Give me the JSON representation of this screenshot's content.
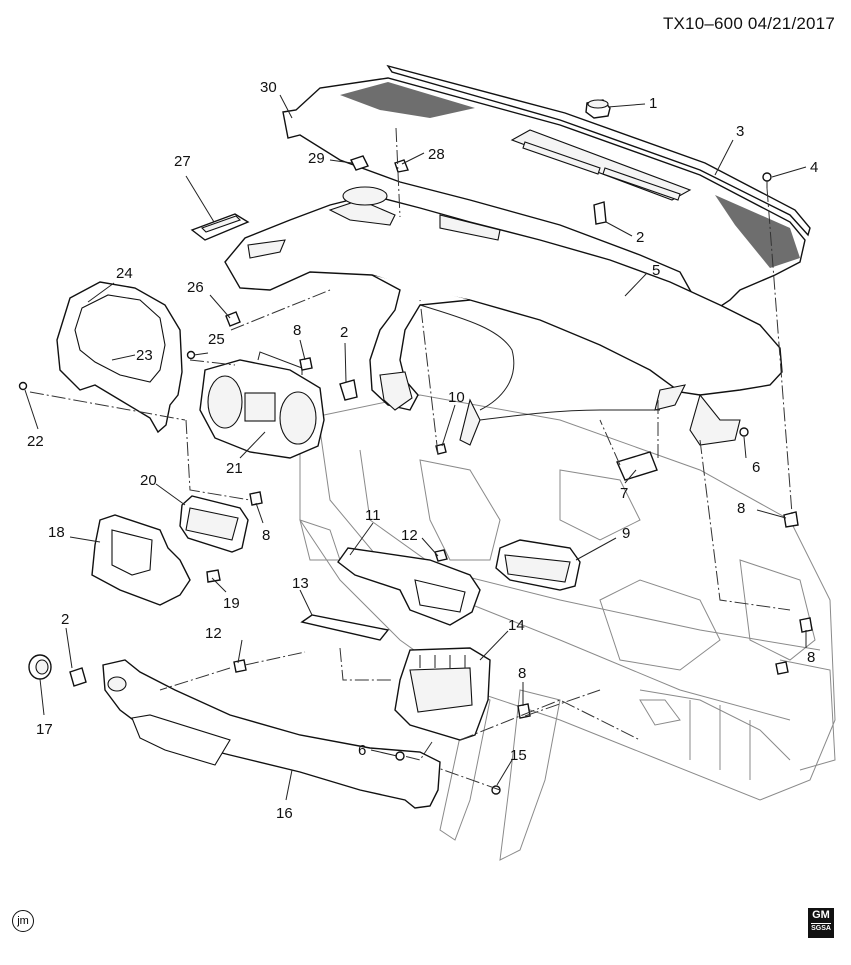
{
  "header": {
    "doc_id": "TX10–600  04/21/2017"
  },
  "footer": {
    "badge_text": "jm",
    "logo_text": "GM",
    "logo_sub": "SGSA"
  },
  "callouts": [
    {
      "id": "c1",
      "label": "1"
    },
    {
      "id": "c2a",
      "label": "2"
    },
    {
      "id": "c2b",
      "label": "2"
    },
    {
      "id": "c2c",
      "label": "2"
    },
    {
      "id": "c3",
      "label": "3"
    },
    {
      "id": "c4",
      "label": "4"
    },
    {
      "id": "c5",
      "label": "5"
    },
    {
      "id": "c6a",
      "label": "6"
    },
    {
      "id": "c6b",
      "label": "6"
    },
    {
      "id": "c7",
      "label": "7"
    },
    {
      "id": "c8a",
      "label": "8"
    },
    {
      "id": "c8b",
      "label": "8"
    },
    {
      "id": "c8c",
      "label": "8"
    },
    {
      "id": "c8d",
      "label": "8"
    },
    {
      "id": "c8e",
      "label": "8"
    },
    {
      "id": "c9",
      "label": "9"
    },
    {
      "id": "c10",
      "label": "10"
    },
    {
      "id": "c11",
      "label": "11"
    },
    {
      "id": "c12a",
      "label": "12"
    },
    {
      "id": "c12b",
      "label": "12"
    },
    {
      "id": "c13",
      "label": "13"
    },
    {
      "id": "c14",
      "label": "14"
    },
    {
      "id": "c15",
      "label": "15"
    },
    {
      "id": "c16",
      "label": "16"
    },
    {
      "id": "c17",
      "label": "17"
    },
    {
      "id": "c18",
      "label": "18"
    },
    {
      "id": "c19",
      "label": "19"
    },
    {
      "id": "c20",
      "label": "20"
    },
    {
      "id": "c21",
      "label": "21"
    },
    {
      "id": "c22",
      "label": "22"
    },
    {
      "id": "c23",
      "label": "23"
    },
    {
      "id": "c24",
      "label": "24"
    },
    {
      "id": "c25",
      "label": "25"
    },
    {
      "id": "c26",
      "label": "26"
    },
    {
      "id": "c27",
      "label": "27"
    },
    {
      "id": "c28",
      "label": "28"
    },
    {
      "id": "c29",
      "label": "29"
    },
    {
      "id": "c30",
      "label": "30"
    }
  ]
}
